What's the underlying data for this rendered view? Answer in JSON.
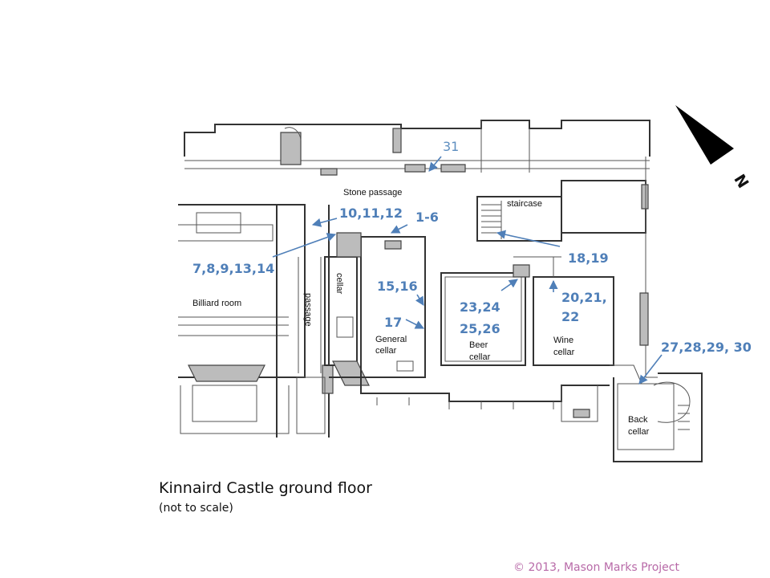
{
  "title": "Kinnaird Castle ground floor",
  "subtitle": "(not to scale)",
  "copyright": "© 2013, Mason Marks Project",
  "north_label": "N",
  "colors": {
    "marker": "#4f7fb8",
    "copyright": "#b86aa8",
    "wall": "#333333"
  },
  "rooms": {
    "stone_passage": "Stone passage",
    "staircase": "staircase",
    "billiard_room": "Billiard room",
    "passage": "passage",
    "cellar": "cellar",
    "general_cellar_1": "General",
    "general_cellar_2": "cellar",
    "beer_cellar_1": "Beer",
    "beer_cellar_2": "cellar",
    "wine_cellar_1": "Wine",
    "wine_cellar_2": "cellar",
    "back_cellar_1": "Back",
    "back_cellar_2": "cellar"
  },
  "markers": {
    "m31": "31",
    "m10_12": "10,11,12",
    "m1_6": "1-6",
    "m7_14": "7,8,9,13,14",
    "m18_19": "18,19",
    "m15_16": "15,16",
    "m20_21": "20,21,",
    "m22": "22",
    "m23_24": "23,24",
    "m25_26": "25,26",
    "m17": "17",
    "m27_30": "27,28,29, 30"
  }
}
